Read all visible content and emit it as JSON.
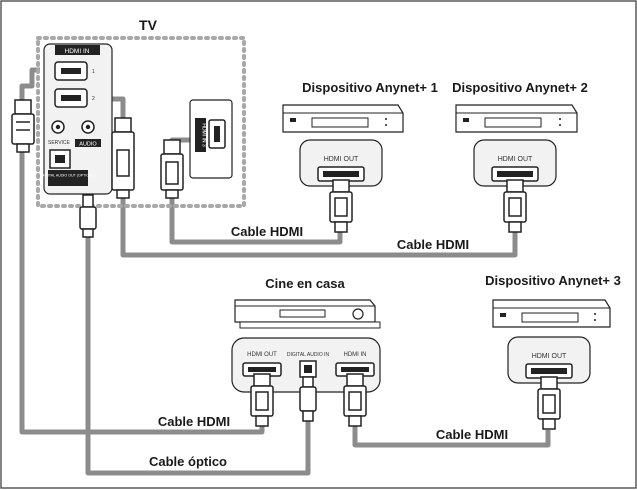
{
  "tv": {
    "label": "TV",
    "hdmi_in_header": "HDMI IN",
    "hdmi_in_side": "HDMI IN 3",
    "service_label": "SERVICE",
    "audio_label": "AUDIO",
    "optical_label": "DIGITAL AUDIO OUT (OPTICAL)"
  },
  "devices": {
    "anynet1": {
      "label": "Dispositivo Anynet+ 1",
      "port": "HDMI OUT"
    },
    "anynet2": {
      "label": "Dispositivo Anynet+ 2",
      "port": "HDMI OUT"
    },
    "anynet3": {
      "label": "Dispositivo Anynet+ 3",
      "port": "HDMI OUT"
    },
    "home_theater": {
      "label": "Cine en casa",
      "port_hdmi_out": "HDMI OUT",
      "port_digital_audio_in": "DIGITAL AUDIO IN",
      "port_hdmi_in": "HDMI IN"
    }
  },
  "cables": {
    "hdmi_tv_dev1": "Cable HDMI",
    "hdmi_tv_dev2": "Cable HDMI",
    "hdmi_tv_ht": "Cable HDMI",
    "hdmi_ht_dev3": "Cable HDMI",
    "optical": "Cable óptico"
  },
  "colors": {
    "cable": "#8c8c8c",
    "device_outline": "#222222",
    "panel_fill": "#f2f2f2",
    "dotted_border": "#a8a8a8"
  }
}
